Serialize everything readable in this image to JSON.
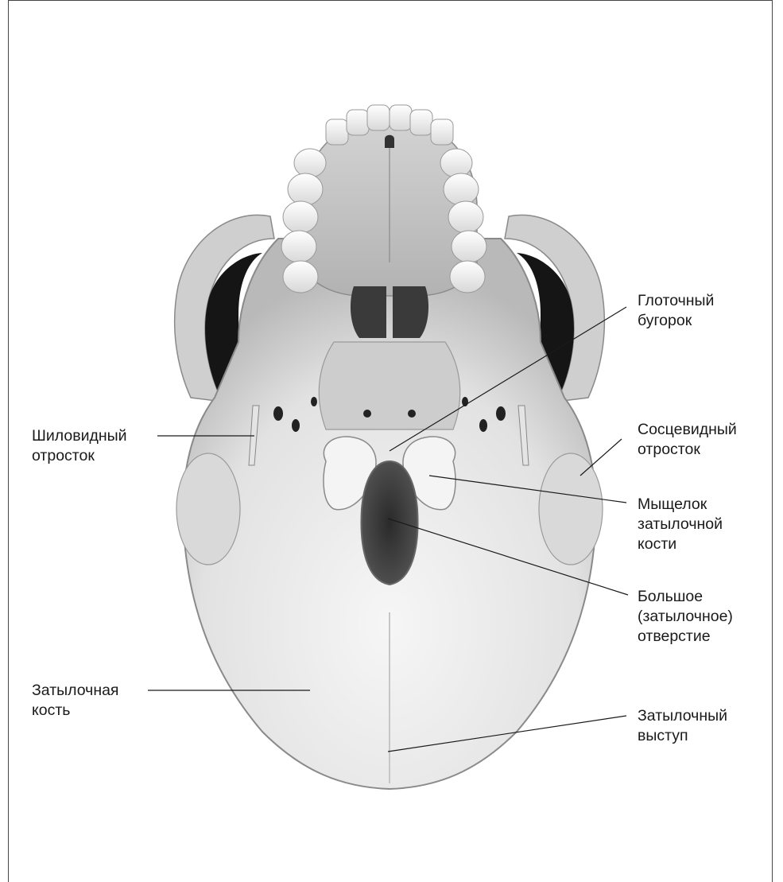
{
  "labels": {
    "pharyngeal_tubercle": "Глоточный\nбугорок",
    "styloid_process": "Шиловидный\nотросток",
    "mastoid_process": "Сосцевидный\nотросток",
    "occipital_condyle": "Мыщелок\nзатылочной\nкости",
    "foramen_magnum": "Большое\n(затылочное)\nотверстие",
    "occipital_bone": "Затылочная\nкость",
    "occipital_protuberance": "Затылочный\nвыступ"
  },
  "colors": {
    "line": "#1a1a1a",
    "frame": "#444444"
  }
}
